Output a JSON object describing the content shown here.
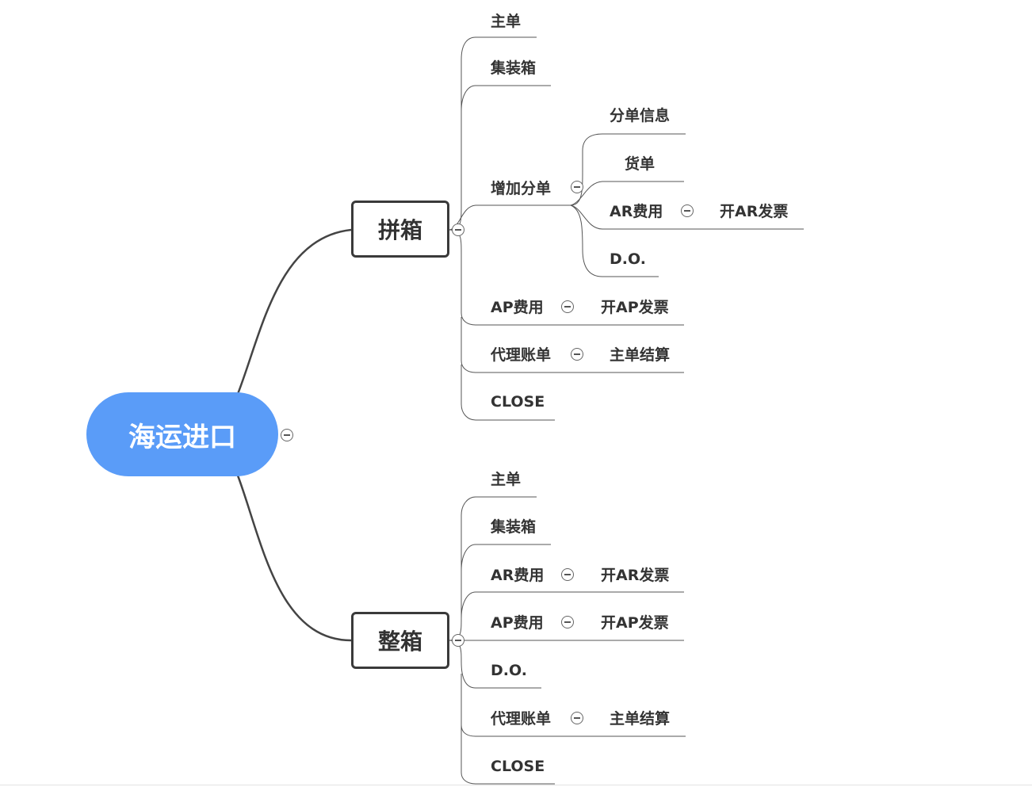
{
  "root": {
    "label": "海运进口"
  },
  "lcl": {
    "label": "拼箱",
    "children": {
      "master_bill": "主单",
      "container": "集装箱",
      "add_house_bill": {
        "label": "增加分单",
        "children": {
          "house_info": "分单信息",
          "cargo_bill": "货单",
          "ar_fee": {
            "label": "AR费用",
            "child": "开AR发票"
          },
          "do": "D.O."
        }
      },
      "ap_fee": {
        "label": "AP费用",
        "child": "开AP发票"
      },
      "agent_bill": {
        "label": "代理账单",
        "child": "主单结算"
      },
      "close": "CLOSE"
    }
  },
  "fcl": {
    "label": "整箱",
    "children": {
      "master_bill": "主单",
      "container": "集装箱",
      "ar_fee": {
        "label": "AR费用",
        "child": "开AR发票"
      },
      "ap_fee": {
        "label": "AP费用",
        "child": "开AP发票"
      },
      "do": "D.O.",
      "agent_bill": {
        "label": "代理账单",
        "child": "主单结算"
      },
      "close": "CLOSE"
    }
  },
  "colors": {
    "root_fill": "#5a9cf8",
    "line": "#444444",
    "text": "#333333"
  },
  "icons": {
    "collapse_toggle": "minus-circle-icon"
  }
}
